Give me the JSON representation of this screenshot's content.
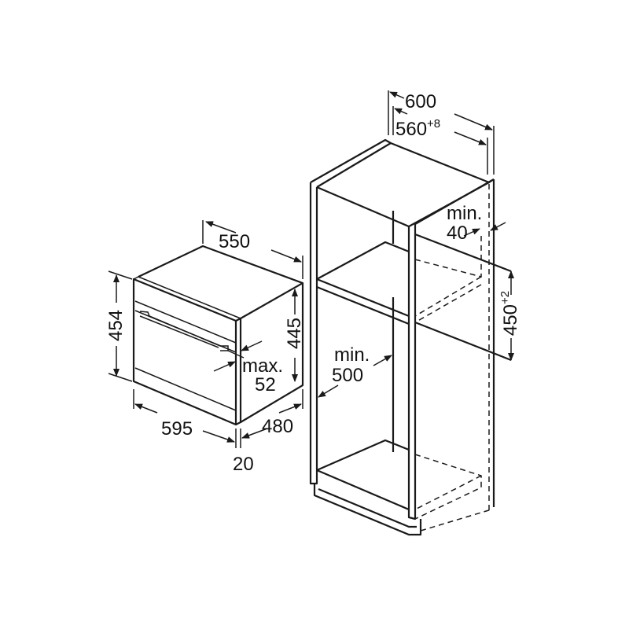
{
  "oven": {
    "width_total": "595",
    "width_body": "550",
    "height_total": "454",
    "height_body": "445",
    "depth": "480",
    "panel_thickness": "20",
    "handle_max_label": "max.",
    "handle_max_value": "52"
  },
  "cabinet": {
    "width_outer": "600",
    "width_inner": "560",
    "width_inner_tolerance": "+8",
    "niche_height": "450",
    "niche_height_tolerance": "+2",
    "rear_gap_label": "min.",
    "rear_gap_value": "40",
    "depth_label": "min.",
    "depth_value": "500"
  }
}
